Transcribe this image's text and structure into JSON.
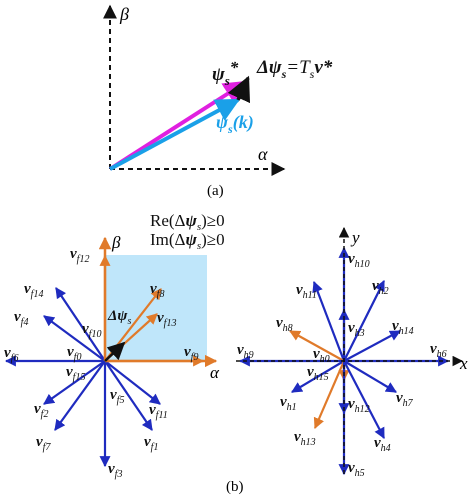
{
  "colors": {
    "black": "#111111",
    "magenta": "#e020e0",
    "cyan": "#1aa0e8",
    "blue": "#1f2bbf",
    "orange": "#e07a2a",
    "shade": "#bfe6fa"
  },
  "panel_a": {
    "caption": "(a)",
    "axis_alpha": "α",
    "axis_beta": "β",
    "psi_star_main": "ψ",
    "psi_star_sub": "s",
    "psi_star_sup": "*",
    "psi_k_main": "ψ",
    "psi_k_sub": "s",
    "psi_k_tail": "(k)",
    "delta_eq_main": "Δψ",
    "delta_eq_sub": "s",
    "delta_eq_rest": "=T",
    "delta_eq_sub2": "s",
    "delta_eq_tail": "v*"
  },
  "panel_b": {
    "caption": "(b)",
    "cond_re": "Re(Δψs)≥0",
    "cond_im": "Im(Δψs)≥0",
    "cond_re_parts": [
      "Re(Δ",
      "ψ",
      "s",
      ")≥0"
    ],
    "cond_im_parts": [
      "Im(Δ",
      "ψ",
      "s",
      ")≥0"
    ],
    "left_axis_alpha": "α",
    "left_axis_beta": "β",
    "right_axis_x": "x",
    "right_axis_y": "y",
    "delta_label_main": "Δψ",
    "delta_label_sub": "s",
    "left_vectors": [
      {
        "id": "f12",
        "angle": 90,
        "color": "orange",
        "dot": false
      },
      {
        "id": "f8",
        "angle": 40,
        "color": "orange",
        "dot": false
      },
      {
        "id": "f13",
        "angle": 30,
        "color": "orange",
        "dot": false
      },
      {
        "id": "f9",
        "angle": 0,
        "color": "orange",
        "dot": false
      },
      {
        "id": "f10",
        "angle": 90,
        "color": "orange",
        "dot": true
      },
      {
        "id": "f14",
        "angle": 135,
        "color": "blue",
        "dot": false
      },
      {
        "id": "f4",
        "angle": 150,
        "color": "blue",
        "dot": false
      },
      {
        "id": "f6",
        "angle": 180,
        "color": "blue",
        "dot": false
      },
      {
        "id": "f0",
        "angle": 0,
        "color": "blue",
        "dot": true
      },
      {
        "id": "f15",
        "angle": 270,
        "color": "blue",
        "dot": true
      },
      {
        "id": "f2",
        "angle": 210,
        "color": "blue",
        "dot": false
      },
      {
        "id": "f7",
        "angle": 225,
        "color": "blue",
        "dot": false
      },
      {
        "id": "f5",
        "angle": 270,
        "color": "blue",
        "dot": true
      },
      {
        "id": "f3",
        "angle": 270,
        "color": "blue",
        "dot": false
      },
      {
        "id": "f11",
        "angle": 330,
        "color": "blue",
        "dot": false
      },
      {
        "id": "f1",
        "angle": 315,
        "color": "blue",
        "dot": false
      }
    ],
    "right_vectors": [
      {
        "id": "h10",
        "angle": 90,
        "color": "blue"
      },
      {
        "id": "h11",
        "angle": 115,
        "color": "blue"
      },
      {
        "id": "h2",
        "angle": 45,
        "color": "blue"
      },
      {
        "id": "h8",
        "angle": 150,
        "color": "orange"
      },
      {
        "id": "h3",
        "angle": 90,
        "color": "blue"
      },
      {
        "id": "h14",
        "angle": 30,
        "color": "blue"
      },
      {
        "id": "h9",
        "angle": 180,
        "color": "blue"
      },
      {
        "id": "h0",
        "angle": 0,
        "color": "blue"
      },
      {
        "id": "h6",
        "angle": 0,
        "color": "blue"
      },
      {
        "id": "h15",
        "angle": 270,
        "color": "orange"
      },
      {
        "id": "h1",
        "angle": 210,
        "color": "blue"
      },
      {
        "id": "h12",
        "angle": 270,
        "color": "blue"
      },
      {
        "id": "h7",
        "angle": 330,
        "color": "blue"
      },
      {
        "id": "h13",
        "angle": 240,
        "color": "orange"
      },
      {
        "id": "h4",
        "angle": 315,
        "color": "blue"
      },
      {
        "id": "h5",
        "angle": 270,
        "color": "blue"
      }
    ]
  }
}
